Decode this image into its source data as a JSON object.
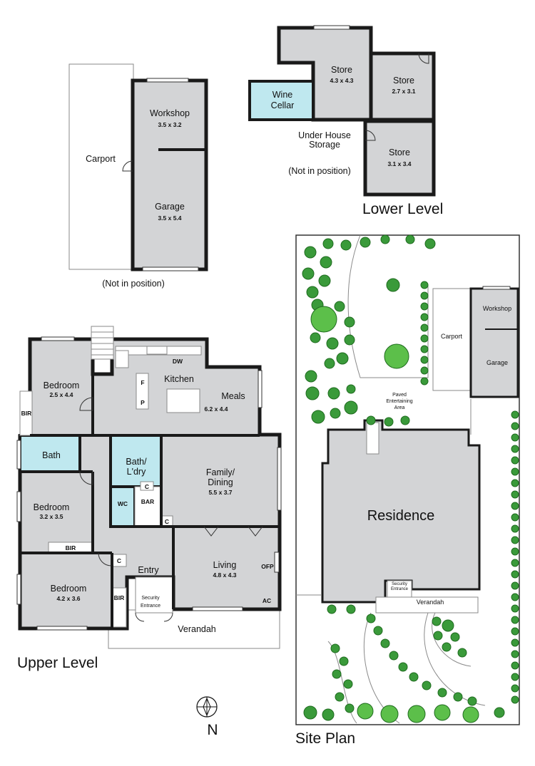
{
  "outbuilding": {
    "workshop": {
      "name": "Workshop",
      "dims": "3.5 x 3.2"
    },
    "garage": {
      "name": "Garage",
      "dims": "3.5 x 5.4"
    },
    "carport": "Carport",
    "note": "(Not in position)"
  },
  "lower_level": {
    "title": "Lower Level",
    "store_main": {
      "name": "Store",
      "dims": "4.3 x 4.3"
    },
    "store_right": {
      "name": "Store",
      "dims": "2.7 x 3.1"
    },
    "store_bottom": {
      "name": "Store",
      "dims": "3.1 x 3.4"
    },
    "wine_line1": "Wine",
    "wine_line2": "Cellar",
    "under_line1": "Under House",
    "under_line2": "Storage",
    "note": "(Not in position)"
  },
  "upper_level": {
    "title": "Upper Level",
    "bed1": {
      "name": "Bedroom",
      "dims": "2.5 x 4.4"
    },
    "bed2": {
      "name": "Bedroom",
      "dims": "3.2 x 3.5"
    },
    "bed3": {
      "name": "Bedroom",
      "dims": "4.2 x 3.6"
    },
    "kitchen": "Kitchen",
    "meals": {
      "name": "Meals",
      "dims": "6.2 x 4.4"
    },
    "family_line1": "Family/",
    "family_line2": "Dining",
    "family_dims": "5.5 x 3.7",
    "living": {
      "name": "Living",
      "dims": "4.8 x 4.3"
    },
    "bath": "Bath",
    "bath_ldry_line1": "Bath/",
    "bath_ldry_line2": "L'dry",
    "entry": "Entry",
    "security_line1": "Security",
    "security_line2": "Entrance",
    "verandah": "Verandah",
    "bir": "BIR",
    "wc": "WC",
    "bar": "BAR",
    "c": "C",
    "dw": "DW",
    "f": "F",
    "p": "P",
    "ofp": "OFP",
    "ac": "AC"
  },
  "site_plan": {
    "title": "Site Plan",
    "residence": "Residence",
    "workshop": "Workshop",
    "garage": "Garage",
    "carport": "Carport",
    "paved_line1": "Paved",
    "paved_line2": "Entertaining",
    "paved_line3": "Area",
    "security_line1": "Security",
    "security_line2": "Entrance",
    "verandah": "Verandah"
  },
  "compass": {
    "label": "N"
  },
  "colors": {
    "room_fill": "#d3d4d6",
    "wet_area": "#bfe8ef",
    "tree": "#3a9a3a"
  }
}
